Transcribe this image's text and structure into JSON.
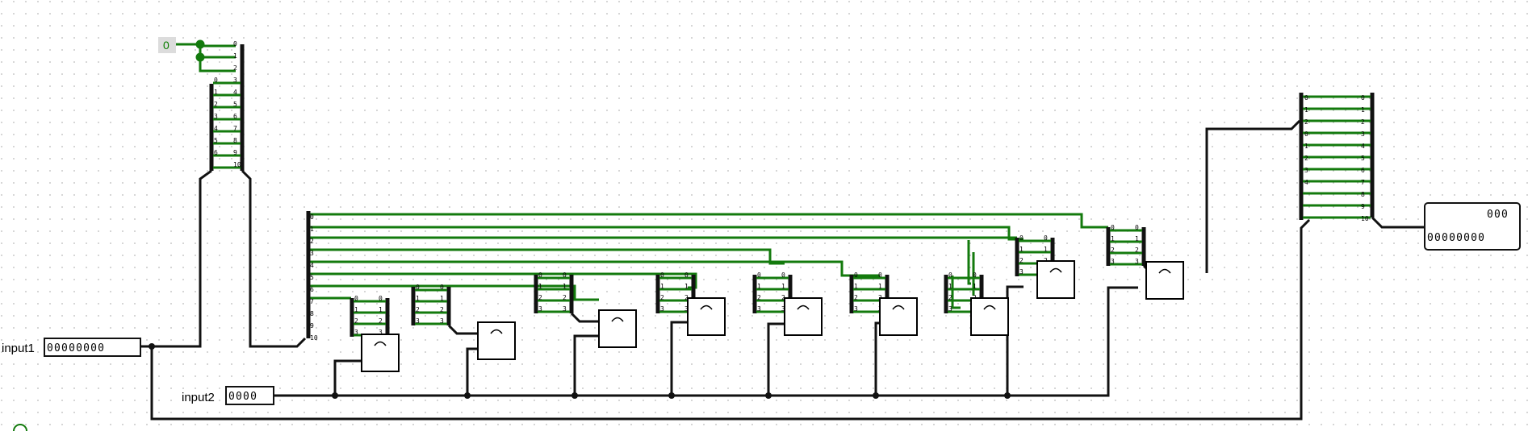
{
  "canvas": {
    "background": "#ffffff",
    "dot_color": "#b8b8b8"
  },
  "colors": {
    "wire": "#111111",
    "active_wire": "#137a0d",
    "gate": "#000000"
  },
  "inputs": [
    {
      "label": "input1",
      "value": "00000000"
    },
    {
      "label": "input2",
      "value": "0000"
    }
  ],
  "constant": {
    "value": "0"
  },
  "output": {
    "line1": "000",
    "line2": "00000000"
  },
  "splitter_indices": [
    "0",
    "1",
    "2",
    "3",
    "4",
    "5",
    "6",
    "7",
    "8",
    "9",
    "10"
  ],
  "gate_symbol": "xor-curve"
}
